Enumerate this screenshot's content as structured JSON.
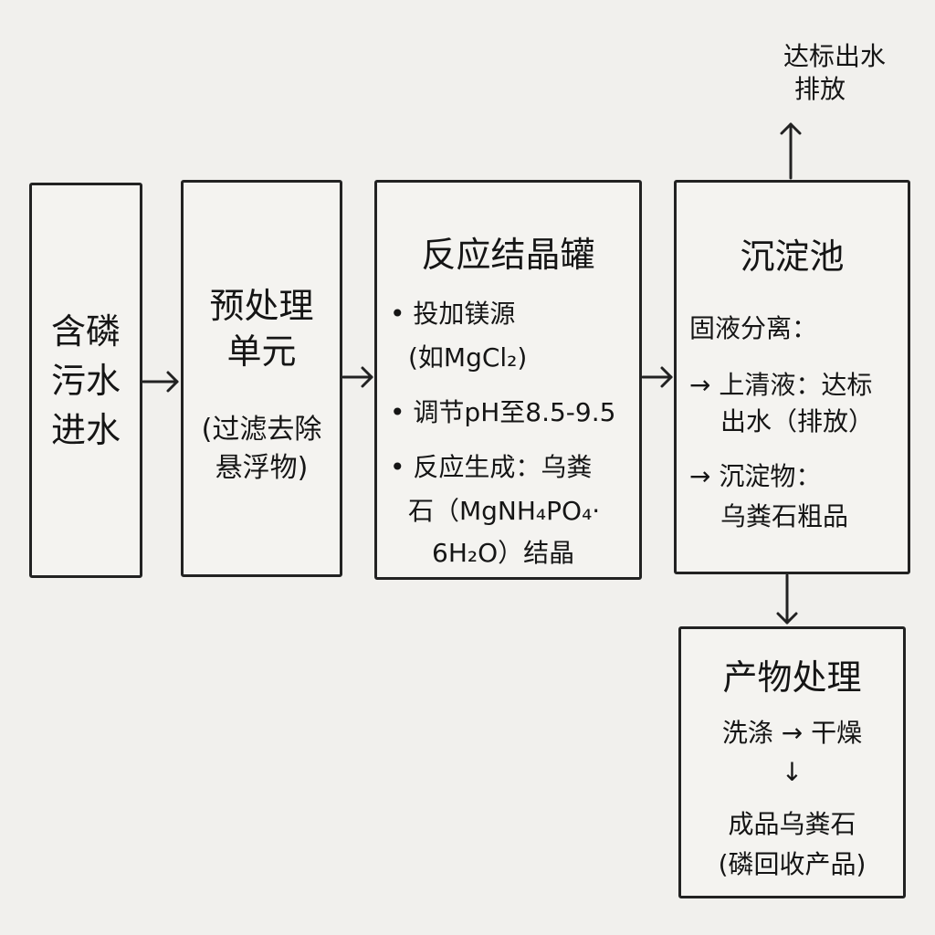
{
  "inlet": {
    "lines": [
      "含磷",
      "污水",
      "进水"
    ]
  },
  "pretreatment": {
    "title_lines": [
      "预处理",
      "单元"
    ],
    "note_lines": [
      "(过滤去除",
      "悬浮物)"
    ]
  },
  "reactor": {
    "title": "反应结晶罐",
    "bullet1_a": "投加镁源",
    "bullet1_b": "(如MgCl₂)",
    "bullet2": "调节pH至8.5-9.5",
    "bullet3_a": "反应生成：乌粪",
    "bullet3_b": "石（MgNH₄PO₄·",
    "bullet3_c": "6H₂O）结晶"
  },
  "settling": {
    "title": "沉淀池",
    "subtitle": "固液分离：",
    "item1_a": "→ 上清液：达标",
    "item1_b": "出水（排放）",
    "item2_a": "→ 沉淀物：",
    "item2_b": "乌粪石粗品"
  },
  "discharge": {
    "lines": [
      "达标出水",
      "排放"
    ]
  },
  "product": {
    "title": "产物处理",
    "step": "洗涤 → 干燥",
    "arrow": "↓",
    "result_a": "成品乌粪石",
    "result_b": "(磷回收产品)"
  }
}
